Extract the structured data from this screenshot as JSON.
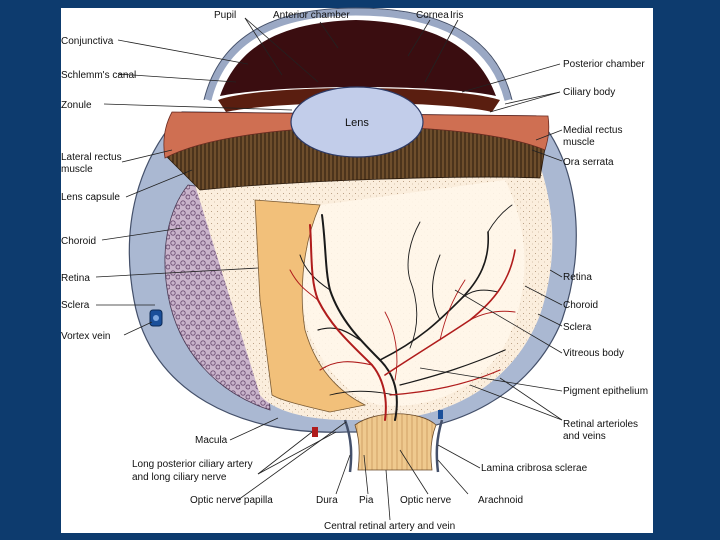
{
  "labels": {
    "pupil": "Pupil",
    "anterior_chamber": "Anterior chamber",
    "cornea": "Cornea",
    "iris": "Iris",
    "conjunctiva": "Conjunctiva",
    "schlemms_canal": "Schlemm's canal",
    "zonule": "Zonule",
    "lens": "Lens",
    "posterior_chamber": "Posterior chamber",
    "ciliary_body": "Ciliary body",
    "medial_rectus_1": "Medial rectus",
    "medial_rectus_2": "muscle",
    "ora_serrata": "Ora serrata",
    "lateral_rectus_1": "Lateral rectus",
    "lateral_rectus_2": "muscle",
    "lens_capsule": "Lens capsule",
    "choroid_left": "Choroid",
    "retina_left": "Retina",
    "sclera_left": "Sclera",
    "vortex_vein": "Vortex vein",
    "retina_right": "Retina",
    "choroid_right": "Choroid",
    "sclera_right": "Sclera",
    "vitreous_body": "Vitreous body",
    "pigment_epithelium": "Pigment epithelium",
    "retinal_vessels_1": "Retinal arterioles",
    "retinal_vessels_2": "and veins",
    "macula": "Macula",
    "long_ciliary_1": "Long posterior ciliary artery",
    "long_ciliary_2": "and long ciliary nerve",
    "lamina_cribrosa": "Lamina cribrosa sclerae",
    "optic_papilla": "Optic nerve papilla",
    "dura": "Dura",
    "pia": "Pia",
    "optic_nerve": "Optic nerve",
    "arachnoid": "Arachnoid",
    "central_retinal": "Central retinal artery and vein"
  },
  "colors": {
    "background": "#0d3b6e",
    "panel": "#ffffff",
    "sclera": "#aab8d2",
    "choroid_pattern": "#b59ab8",
    "retina_band": "#f2c07a",
    "vitreous": "#fbeedd",
    "lens": "#c2cdea",
    "anterior_chamber": "#3a0d10",
    "ciliary": "#cf6f52",
    "pigmented_layer": "#6a4a2a",
    "artery": "#b01c1c",
    "vein": "#1a1a1a",
    "optic_nerve": "#efc98e"
  }
}
